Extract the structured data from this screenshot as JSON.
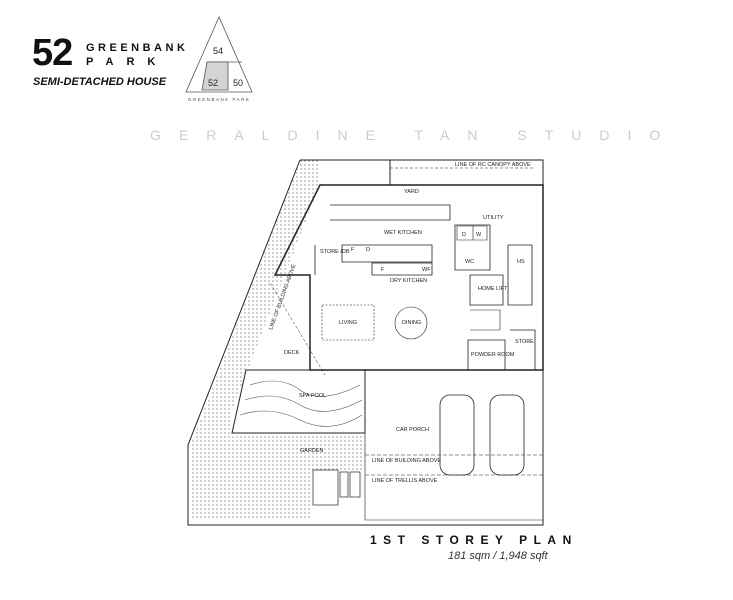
{
  "header": {
    "house_number": "52",
    "street_line1": "GREENBANK",
    "street_line2": "PARK",
    "house_type": "SEMI-DETACHED HOUSE"
  },
  "key_plan": {
    "units": [
      "54",
      "52",
      "50"
    ],
    "road": "GREENBANK PARK",
    "highlight_color": "#d4d4d4"
  },
  "plan": {
    "title": "1ST STOREY PLAN",
    "area": "181 sqm / 1,948 sqft",
    "rooms": {
      "yard": "YARD",
      "utility": "UTILITY",
      "wet_kitchen": "WET KITCHEN",
      "store_db": "STORE /DB",
      "dry_kitchen": "DRY KITCHEN",
      "wc": "WC",
      "hs": "HS",
      "home_lift": "HOME LIFT",
      "living": "LIVING",
      "dining": "DINING",
      "store": "STORE",
      "powder_room": "POWDER ROOM",
      "deck": "DECK",
      "spa_pool": "SPA POOL",
      "car_porch": "CAR PORCH",
      "garden": "GARDEN"
    },
    "fixtures": {
      "f": "F",
      "d": "D",
      "w": "W",
      "wf": "WF"
    },
    "annotations": {
      "rc_canopy": "LINE OF RC CANOPY ABOVE",
      "building_above_deck": "LINE OF BUILDING ABOVE",
      "building_above_porch": "LINE OF BUILDING ABOVE",
      "trellis": "LINE OF TRELLIS ABOVE"
    }
  },
  "watermark": "GERALDINE TAN STUDIO"
}
